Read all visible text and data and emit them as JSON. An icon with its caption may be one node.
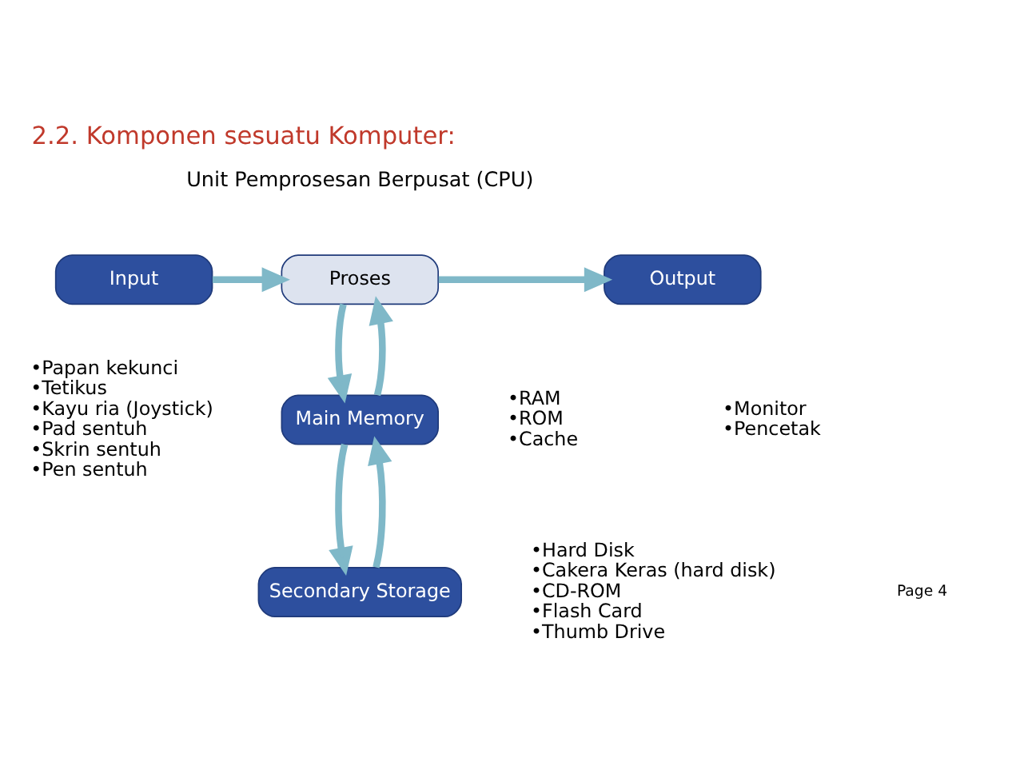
{
  "diagram": {
    "title": "2.2. Komponen sesuatu Komputer:",
    "nodes": [
      {
        "text": [
          "Input"
        ],
        "beside": [
          "•Papan kekunci",
          "•Tetikus",
          "•Kayu ria (Joystick)",
          "•Pad sentuh",
          "•Skrin sentuh",
          "•Pen sentuh"
        ]
      },
      {
        "text": [
          "Proses"
        ]
      },
      {
        "text": [
          "Output"
        ],
        "beside": [
          "•Monitor",
          "•Pencetak"
        ]
      },
      {
        "text": [
          "Main Memory"
        ],
        "beside": [
          "•RAM",
          "•ROM",
          "•Cache"
        ]
      },
      {
        "text": [
          "Secondary Storage"
        ],
        "beside": [
          "•Hard Disk",
          "•Cakera Keras (hard disk)",
          "•CD-ROM",
          "•Flash Card",
          "•Thumb Drive"
        ]
      }
    ],
    "edges": [
      {
        "from": 0,
        "to": 1,
        "arrow": "to"
      },
      {
        "from": 1,
        "to": 2,
        "arrow": "to"
      },
      {
        "from": 1,
        "to": 3,
        "arrow": "to"
      },
      {
        "from": 3,
        "to": 1,
        "arrow": "to"
      },
      {
        "from": 3,
        "to": 4,
        "arrow": "to"
      },
      {
        "from": 4,
        "to": 3,
        "arrow": "to"
      }
    ],
    "labels": [
      "Unit Pemprosesan Berpusat (CPU)",
      "Page 4"
    ]
  }
}
